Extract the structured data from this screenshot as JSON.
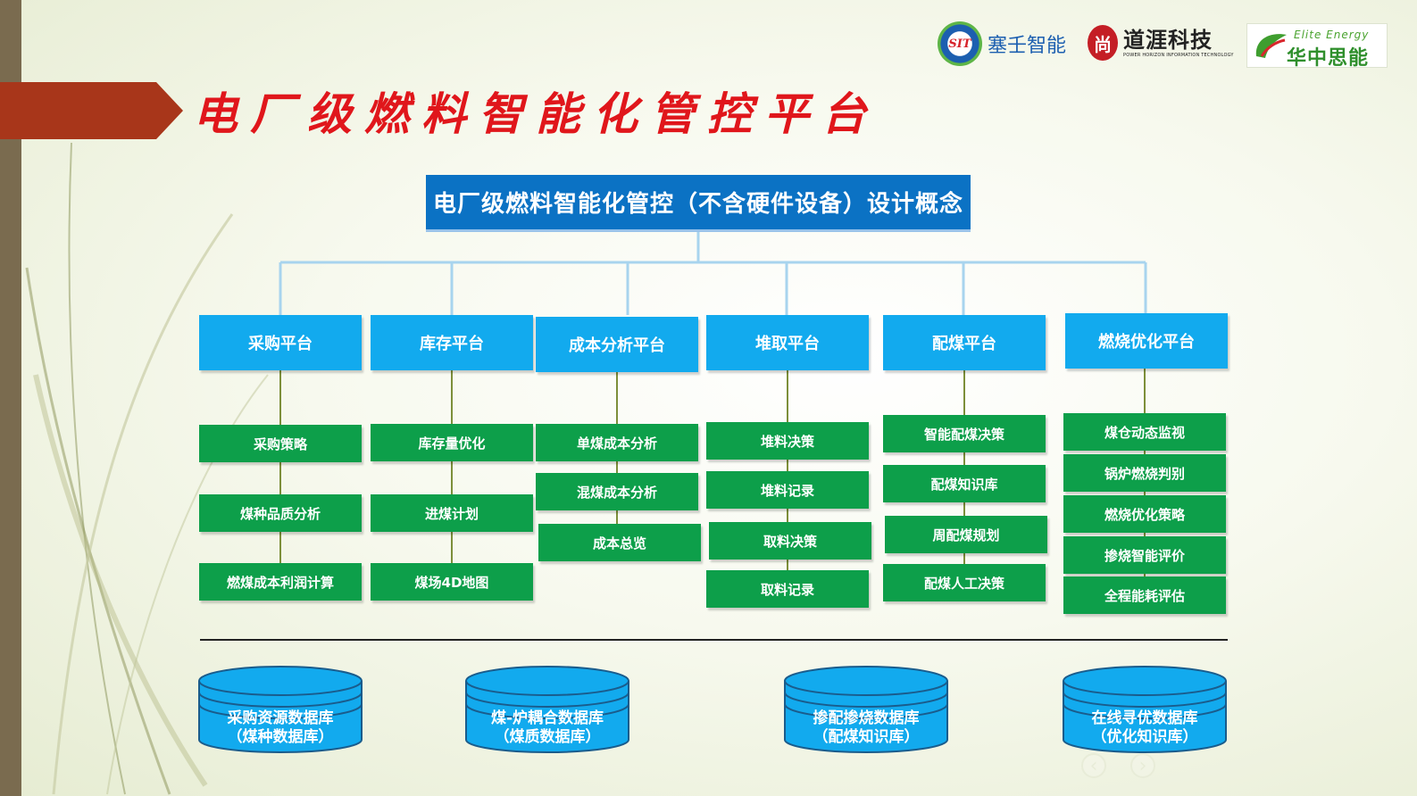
{
  "slide_title": "电厂级燃料智能化管控平台",
  "logos": {
    "sit": {
      "mark": "SIT",
      "name": "塞壬智能"
    },
    "daohai": {
      "mark": "尚",
      "name": "道涯科技",
      "sub": "POWER HORIZON INFORMATION TECHNOLOGY"
    },
    "elite": {
      "en": "Elite Energy",
      "cn": "华中思能"
    }
  },
  "concept_title": "电厂级燃料智能化管控（不含硬件设备）设计概念",
  "platforms": [
    {
      "name": "采购平台",
      "items": [
        "采购策略",
        "煤种品质分析",
        "燃煤成本利润计算"
      ]
    },
    {
      "name": "库存平台",
      "items": [
        "库存量优化",
        "进煤计划",
        "煤场4D地图"
      ]
    },
    {
      "name": "成本分析平台",
      "items": [
        "单煤成本分析",
        "混煤成本分析",
        "成本总览"
      ]
    },
    {
      "name": "堆取平台",
      "items": [
        "堆料决策",
        "堆料记录",
        "取料决策",
        "取料记录"
      ]
    },
    {
      "name": "配煤平台",
      "items": [
        "智能配煤决策",
        "配煤知识库",
        "周配煤规划",
        "配煤人工决策"
      ]
    },
    {
      "name": "燃烧优化平台",
      "items": [
        "煤仓动态监视",
        "锅炉燃烧判别",
        "燃烧优化策略",
        "掺烧智能评价",
        "全程能耗评估"
      ]
    }
  ],
  "databases": [
    {
      "line1": "采购资源数据库",
      "line2": "（煤种数据库）"
    },
    {
      "line1": "煤-炉耦合数据库",
      "line2": "（煤质数据库）"
    },
    {
      "line1": "掺配掺烧数据库",
      "line2": "（配煤知识库）"
    },
    {
      "line1": "在线寻优数据库",
      "line2": "（优化知识库）"
    }
  ],
  "nav": {
    "prev": "‹",
    "next": "›"
  },
  "colors": {
    "title_red": "#e0161b",
    "concept_blue": "#0b72c4",
    "platform_blue": "#12aaee",
    "item_green": "#0d9f4a",
    "db_blue": "#12aaee",
    "connector_blue": "#a8d4ee"
  }
}
